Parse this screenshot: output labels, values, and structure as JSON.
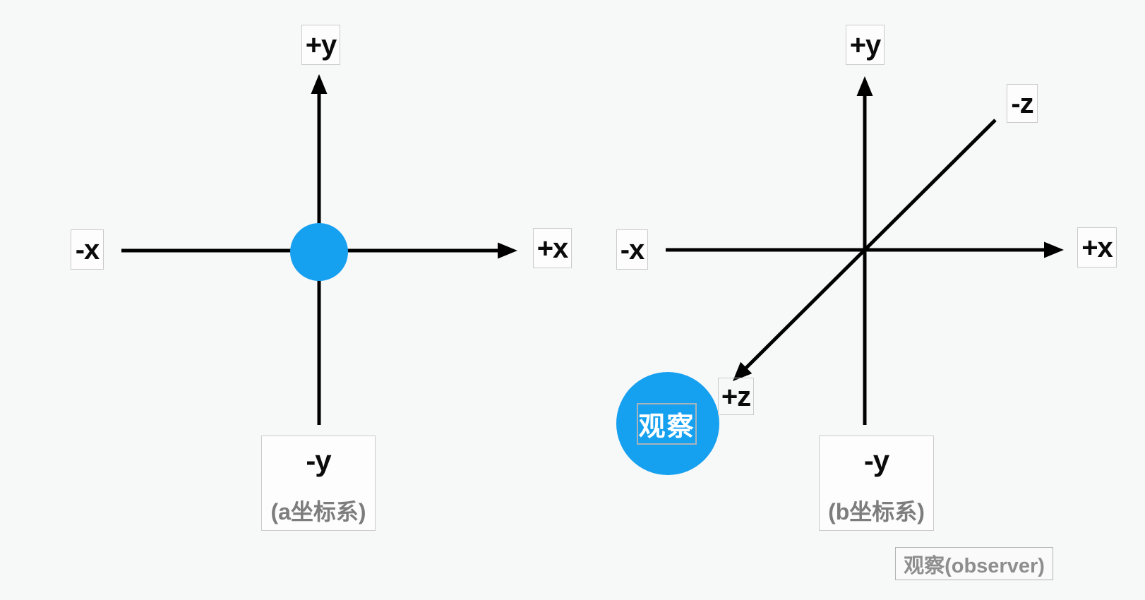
{
  "colors": {
    "background": "#f7f8f8",
    "axis_black": "#000000",
    "marker_blue": "#16a0f0",
    "label_box_border": "#cbcbcb",
    "caption_gray": "#7d7d7d",
    "observer_note_gray": "#8e8e8e",
    "marker_text_white": "#ffffff"
  },
  "diagram_a": {
    "labels": {
      "pos_y": "+y",
      "neg_y": "-y",
      "pos_x": "+x",
      "neg_x": "-x"
    },
    "caption": "(a坐标系)"
  },
  "diagram_b": {
    "labels": {
      "pos_y": "+y",
      "neg_y": "-y",
      "pos_x": "+x",
      "neg_x": "-x",
      "pos_z": "+z",
      "neg_z": "-z"
    },
    "caption": "(b坐标系)",
    "observer_marker_text": "观察",
    "observer_note": "观察(observer)"
  }
}
